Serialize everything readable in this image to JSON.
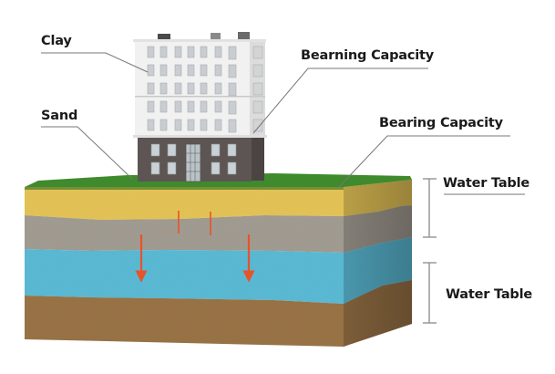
{
  "labels": {
    "clay": "Clay",
    "sand": "Sand",
    "bearing_capacity_top": "Bearning Capacity",
    "bearing_capacity_bottom": "Bearing Capacity",
    "water_table_top": "Water Table",
    "water_table_bottom": "Water Table"
  },
  "colors": {
    "grass": "#3f8a2c",
    "sand_layer": "#e6c557",
    "gravel_layer": "#a39d93",
    "water_layer": "#5bbbd6",
    "soil_layer": "#9a7446",
    "arrow": "#e8532a",
    "leader_line": "#777777",
    "brick": "#5d5553",
    "facade": "#f1f1f1"
  },
  "icons": {
    "arrows": "down-arrow",
    "building": "apartment-building"
  }
}
